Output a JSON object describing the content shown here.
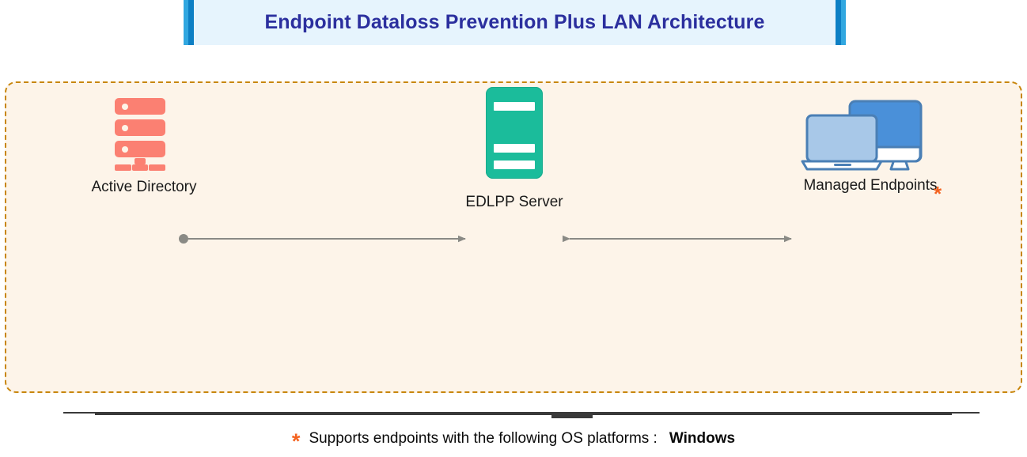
{
  "title": {
    "text": "Endpoint Dataloss Prevention Plus LAN Architecture",
    "banner_bg": "#e6f4fd",
    "text_color": "#2b2f9e",
    "edge_color": "#0d7fc4"
  },
  "diagram": {
    "background": "#fdf4e9",
    "border_color": "#c8860d",
    "border_style": "dashed",
    "nodes": [
      {
        "id": "active-directory",
        "label": "Active Directory",
        "icon": "server-stack-icon",
        "color": "#fb8072"
      },
      {
        "id": "edlpp-server",
        "label": "EDLPP Server",
        "icon": "server-tower-icon",
        "color": "#1bbc9b"
      },
      {
        "id": "managed-endpoints",
        "label": "Managed Endpoints",
        "icon": "monitor-laptop-icon",
        "color": "#4a90d9",
        "marker": "*"
      }
    ],
    "connectors": [
      {
        "id": "ad-to-server",
        "from": "active-directory",
        "to": "edlpp-server",
        "direction": "one-way",
        "color": "#8a8a85",
        "start_decoration": "dot"
      },
      {
        "id": "server-to-endpoints",
        "from": "edlpp-server",
        "to": "managed-endpoints",
        "direction": "two-way",
        "color": "#8a8a85"
      }
    ]
  },
  "footer": {
    "asterisk": "*",
    "note": "Supports endpoints with the following OS platforms :",
    "platforms": "Windows",
    "marker_color": "#f4621f"
  }
}
